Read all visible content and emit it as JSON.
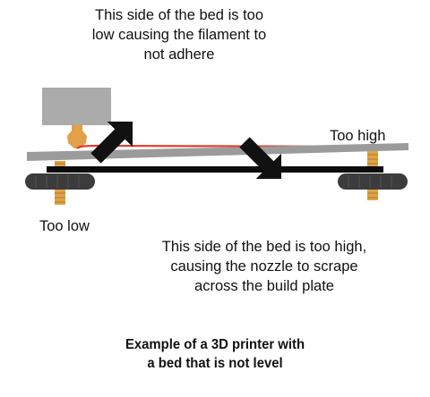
{
  "callouts": {
    "top": [
      "This side of the bed is too",
      "low causing the filament to",
      "not adhere"
    ],
    "bottom": [
      "This side of the bed is too high,",
      "causing the nozzle to scrape",
      "across the build plate"
    ]
  },
  "labels": {
    "too_high": "Too high",
    "too_low": "Too low"
  },
  "caption": [
    "Example of a 3D printer with",
    "a bed that is not level"
  ],
  "colors": {
    "print_head": "#ababab",
    "nozzle": "#e2a04a",
    "filament": "#e53a2a",
    "tilted_plate": "#9b9b9b",
    "bed": "#0c0c0c",
    "knob": "#3c3c3c",
    "screw": "#e0a246",
    "arrow": "#111111"
  },
  "icons": {
    "arrow": "thick-arrow-icon",
    "knob": "leveling-knob-icon"
  }
}
